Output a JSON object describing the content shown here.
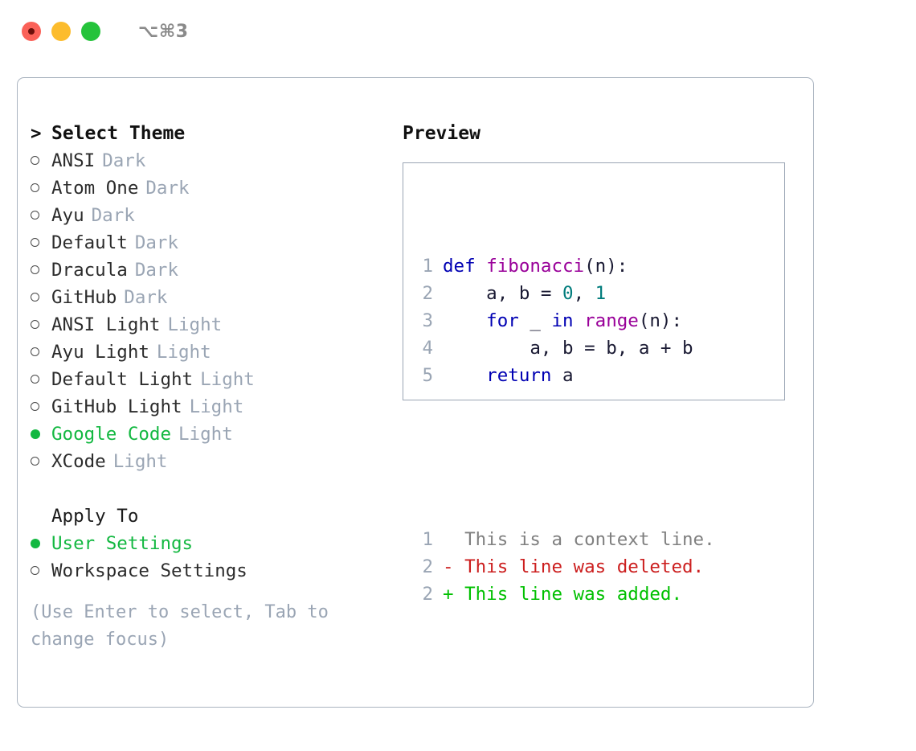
{
  "titlebar": {
    "shortcut": "⌥⌘3",
    "lights": [
      {
        "name": "close-button",
        "color": "#fa6158",
        "recording": true
      },
      {
        "name": "minimize-button",
        "color": "#fcbc2d",
        "recording": false
      },
      {
        "name": "maximize-button",
        "color": "#25c33b",
        "recording": false
      }
    ]
  },
  "theme_picker": {
    "header_marker": ">",
    "header_label": "Select Theme",
    "items": [
      {
        "marker": "ring",
        "label": "ANSI",
        "tag": "Dark",
        "selected": false
      },
      {
        "marker": "ring",
        "label": "Atom One",
        "tag": "Dark",
        "selected": false
      },
      {
        "marker": "ring",
        "label": "Ayu",
        "tag": "Dark",
        "selected": false
      },
      {
        "marker": "ring",
        "label": "Default",
        "tag": "Dark",
        "selected": false
      },
      {
        "marker": "ring",
        "label": "Dracula",
        "tag": "Dark",
        "selected": false
      },
      {
        "marker": "ring",
        "label": "GitHub",
        "tag": "Dark",
        "selected": false
      },
      {
        "marker": "ring",
        "label": "ANSI Light",
        "tag": "Light",
        "selected": false
      },
      {
        "marker": "ring",
        "label": "Ayu Light",
        "tag": "Light",
        "selected": false
      },
      {
        "marker": "ring",
        "label": "Default Light",
        "tag": "Light",
        "selected": false
      },
      {
        "marker": "ring",
        "label": "GitHub Light",
        "tag": "Light",
        "selected": false
      },
      {
        "marker": "dot",
        "label": "Google Code",
        "tag": "Light",
        "selected": true
      },
      {
        "marker": "ring",
        "label": "XCode",
        "tag": "Light",
        "selected": false
      }
    ]
  },
  "apply_to": {
    "title": "Apply To",
    "options": [
      {
        "marker": "dot",
        "label": "User Settings",
        "selected": true
      },
      {
        "marker": "ring",
        "label": "Workspace Settings",
        "selected": false
      }
    ]
  },
  "hint": "(Use Enter to select, Tab to change focus)",
  "preview": {
    "title": "Preview",
    "code_lines": [
      {
        "num": "1",
        "tokens": [
          {
            "t": "def ",
            "c": "kw"
          },
          {
            "t": "fibonacci",
            "c": "fn"
          },
          {
            "t": "(n):",
            "c": "pln"
          }
        ]
      },
      {
        "num": "2",
        "tokens": [
          {
            "t": "    a, b = ",
            "c": "pln"
          },
          {
            "t": "0",
            "c": "num"
          },
          {
            "t": ", ",
            "c": "pln"
          },
          {
            "t": "1",
            "c": "num"
          }
        ]
      },
      {
        "num": "3",
        "tokens": [
          {
            "t": "    for ",
            "c": "kw"
          },
          {
            "t": "_ ",
            "c": "pln"
          },
          {
            "t": "in ",
            "c": "kw"
          },
          {
            "t": "range",
            "c": "fn"
          },
          {
            "t": "(n):",
            "c": "pln"
          }
        ]
      },
      {
        "num": "4",
        "tokens": [
          {
            "t": "        a, b = b, a + b",
            "c": "pln"
          }
        ]
      },
      {
        "num": "5",
        "tokens": [
          {
            "t": "    return ",
            "c": "kw"
          },
          {
            "t": "a",
            "c": "pln"
          }
        ]
      }
    ],
    "diff_lines": [
      {
        "num": "1",
        "tokens": [
          {
            "t": "  This is a context line.",
            "c": "ctx"
          }
        ]
      },
      {
        "num": "2",
        "tokens": [
          {
            "t": "- This line was deleted.",
            "c": "del"
          }
        ]
      },
      {
        "num": "2",
        "tokens": [
          {
            "t": "+ This line was added.",
            "c": "add"
          }
        ]
      }
    ]
  },
  "colors": {
    "accent_green": "#13b841",
    "muted": "#9aa5b4",
    "keyword": "#0000b3",
    "function": "#990099",
    "number": "#007c7c",
    "diff_deleted": "#cc1f1f",
    "diff_added": "#00c000",
    "border": "#aab4c0"
  }
}
